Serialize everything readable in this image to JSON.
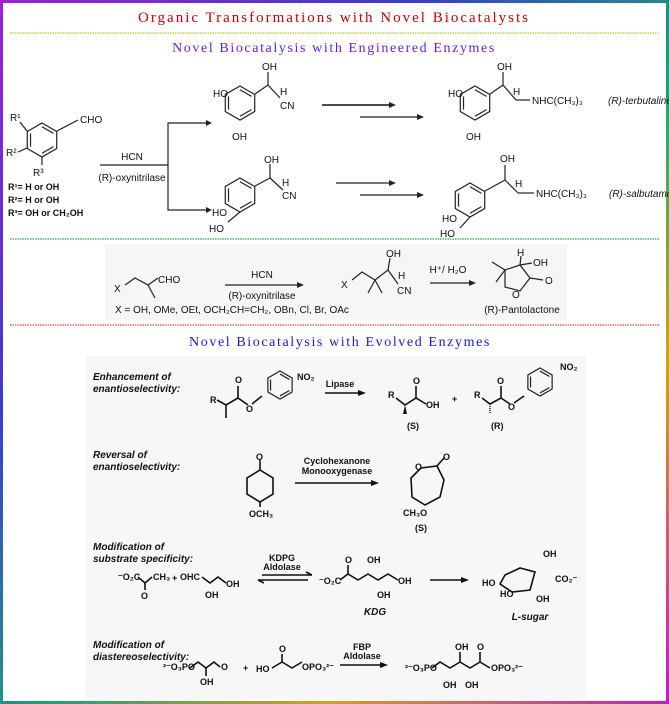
{
  "title": "Organic Transformations with Novel Biocatalysts",
  "subtitle_engineered": "Novel Biocatalysis with Engineered Enzymes",
  "subtitle_evolved": "Novel Biocatalysis with Evolved Enzymes",
  "colors": {
    "title": "#cc0000",
    "subtitle_engineered": "#6a1fd0",
    "subtitle_evolved": "#1a1acc",
    "divider1": "#b5cc1a",
    "divider2": "#3aa33a",
    "divider3": "#e05030"
  },
  "scheme1": {
    "r1": "R¹",
    "r2": "R²",
    "r3": "R³",
    "cho": "CHO",
    "reagent": "HCN",
    "enzyme": "(R)-oxynitrilase",
    "legend": [
      "R¹= H or OH",
      "R²= H or OH",
      "R³= OH or CH₂OH"
    ],
    "top_intermediate": {
      "ho": "HO",
      "oh_ring": "OH",
      "oh": "OH",
      "h": "H",
      "cn": "CN"
    },
    "bottom_intermediate": {
      "ho": "HO",
      "ho2": "HO",
      "oh": "OH",
      "h": "H",
      "cn": "CN"
    },
    "terbutaline": {
      "ho": "HO",
      "oh_ring": "OH",
      "oh": "OH",
      "h": "H",
      "amine": "NHC(CH₃)₃",
      "name": "(R)-terbutaline"
    },
    "salbutamol": {
      "ho": "HO",
      "ho2": "HO",
      "oh": "OH",
      "h": "H",
      "amine": "NHC(CH₃)₃",
      "name": "(R)-salbutamol"
    }
  },
  "scheme2": {
    "x": "X",
    "cho": "CHO",
    "reagent": "HCN",
    "enzyme": "(R)-oxynitrilase",
    "x_def": "X = OH, OMe, OEt, OCH₂CH=CH₂, OBn, Cl, Br, OAc",
    "product": {
      "x": "X",
      "oh": "OH",
      "h": "H",
      "cn": "CN"
    },
    "conditions": "H⁺/ H₂O",
    "lactone": {
      "h": "H",
      "oh": "OH",
      "o_carbonyl": "O",
      "o_ring": "O",
      "name": "(R)-Pantolactone"
    }
  },
  "scheme3": {
    "enhancement": {
      "label": [
        "Enhancement of",
        "enantioselectivity:"
      ],
      "r": "R",
      "o": "O",
      "o2": "O",
      "no2": "NO₂",
      "enzyme": "Lipase",
      "s_product": {
        "r": "R",
        "o": "O",
        "oh": "OH",
        "tag": "(S)"
      },
      "plus": "+",
      "r_product": {
        "r": "R",
        "o": "O",
        "o2": "O",
        "no2": "NO₂",
        "tag": "(R)"
      }
    },
    "reversal": {
      "label": [
        "Reversal of",
        "enantioselectivity:"
      ],
      "o": "O",
      "och3": "OCH₃",
      "enzyme": [
        "Cyclohexanone",
        "Monooxygenase"
      ],
      "product": {
        "o_ring": "O",
        "o": "O",
        "ch3o": "CH₃O",
        "tag": "(S)"
      }
    },
    "substrate": {
      "label": [
        "Modification of",
        "substrate specificity:"
      ],
      "pyruvate": "⁻O₂C",
      "ch3": "CH₃",
      "o": "O",
      "plus": "+",
      "ohc": "OHC",
      "oh": "OH",
      "oh2": "OH",
      "enzyme": [
        "KDPG",
        "Aldolase"
      ],
      "kdg": {
        "co2": "⁻O₂C",
        "o": "O",
        "oh1": "OH",
        "oh2": "OH",
        "oh3": "OH",
        "name": "KDG"
      },
      "sugar": {
        "oh": "OH",
        "co2": "CO₂⁻",
        "ho": "HO",
        "ho2": "HO",
        "oh2": "OH",
        "name": "L-sugar"
      }
    },
    "diastereo": {
      "label": [
        "Modification of",
        "diastereoselectivity:"
      ],
      "po3": "²⁻O₃PO",
      "o": "O",
      "oh": "OH",
      "plus": "+",
      "ho": "HO",
      "o2": "O",
      "opo3": "OPO₃²⁻",
      "enzyme": [
        "FBP",
        "Aldolase"
      ],
      "product": {
        "po3": "²⁻O₃PO",
        "oh1": "OH",
        "o": "O",
        "opo3": "OPO₃²⁻",
        "oh2": "OH",
        "oh3": "OH"
      }
    }
  }
}
